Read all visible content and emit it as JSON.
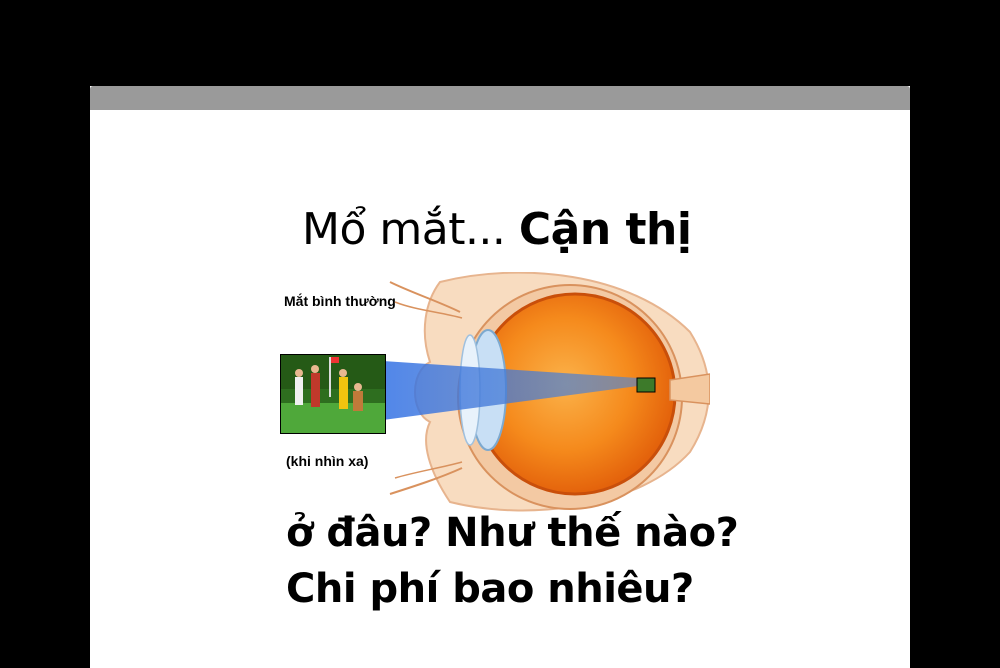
{
  "slide": {
    "title_regular": "Mổ mắt... ",
    "title_bold": "Cận thị",
    "label_normal_eye": "Mắt bình thường",
    "label_far": "(khi nhìn xa)",
    "question_line1": "ở đâu? Như thế nào?",
    "question_line2": "Chi phí bao nhiêu?"
  },
  "colors": {
    "background": "#000000",
    "frame": "#ffffff",
    "frame_bar": "#9a9a9a",
    "eyeball": "#f07a12",
    "light_beam": "#3a78e0",
    "tissue": "#f6cfa8"
  },
  "icons": {
    "eye_diagram": "eye-cross-section-illustration",
    "photo": "golfers-photo"
  }
}
